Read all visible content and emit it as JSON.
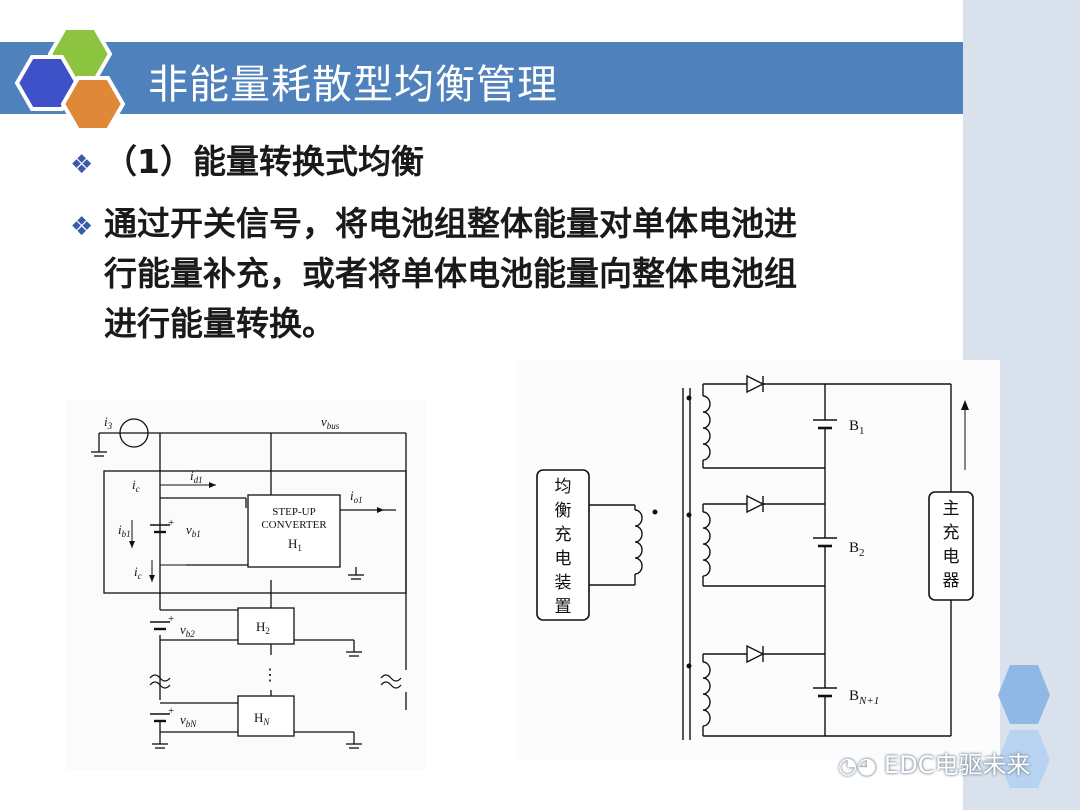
{
  "slide": {
    "title": "非能量耗散型均衡管理",
    "bullet1": "（1）能量转换式均衡",
    "bullet2_line1": "通过开关信号，将电池组整体能量对单体电池进",
    "bullet2_line2": "行能量补充，或者将单体电池能量向整体电池组",
    "bullet2_line3": "进行能量转换。",
    "bullet_icon": "diamond-bullet-icon",
    "accent_color": "#4f81bd"
  },
  "fig_left": {
    "i3": "i",
    "i3_sub": "3",
    "vbus": "v",
    "vbus_sub": "bus",
    "ic_top": "i",
    "ic_top_sub": "c",
    "id1": "i",
    "id1_sub": "d1",
    "io1": "i",
    "io1_sub": "o1",
    "ib1": "i",
    "ib1_sub": "b1",
    "vb1": "v",
    "vb1_sub": "b1",
    "ic_bottom": "i",
    "ic_bottom_sub": "c",
    "conv_line1": "STEP-UP",
    "conv_line2": "CONVERTER",
    "conv_line3": "H",
    "conv_line3_sub": "1",
    "vb2": "v",
    "vb2_sub": "b2",
    "h2": "H",
    "h2_sub": "2",
    "vbn": "v",
    "vbn_sub": "bN",
    "hn": "H",
    "hn_sub": "N",
    "dots": "⋮",
    "plus": "+",
    "minus": "−"
  },
  "fig_right": {
    "balance_chars": [
      "均",
      "衡",
      "充",
      "电",
      "装",
      "置"
    ],
    "main_chars": [
      "主",
      "充",
      "电",
      "器"
    ],
    "b1": "B",
    "b1_sub": "1",
    "b2": "B",
    "b2_sub": "2",
    "bn": "B",
    "bn_sub": "N+1"
  },
  "watermark": "EDC电驱未来",
  "colors": {
    "hex_blue": "#3f51c8",
    "hex_green": "#8cc43f",
    "hex_orange": "#e0883a",
    "right_strip": "#d9e2ec"
  }
}
